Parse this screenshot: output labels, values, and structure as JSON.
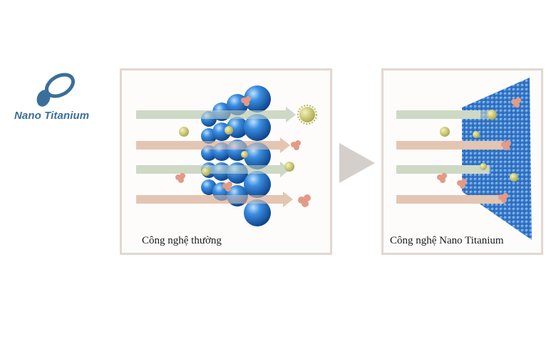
{
  "logo": {
    "text": "Nano Titanium",
    "icon": "nano-titanium-logo-mark",
    "color": "#3a6f9a"
  },
  "panels": {
    "conventional": {
      "caption": "Công nghệ thường"
    },
    "nano_titanium": {
      "caption": "Công nghệ Nano Titanium"
    }
  },
  "arrow": {
    "icon": "triangle-right-arrow",
    "color": "#d5cfcc"
  },
  "colors": {
    "panel_border": "#e2d7d1",
    "sphere_blue": "#1f6fc0",
    "green_arrow": "#cdd8c5",
    "tan_arrow": "#e3c5b2",
    "yellow_particle": "#c8c86a",
    "pink_particle": "#e39a86"
  }
}
